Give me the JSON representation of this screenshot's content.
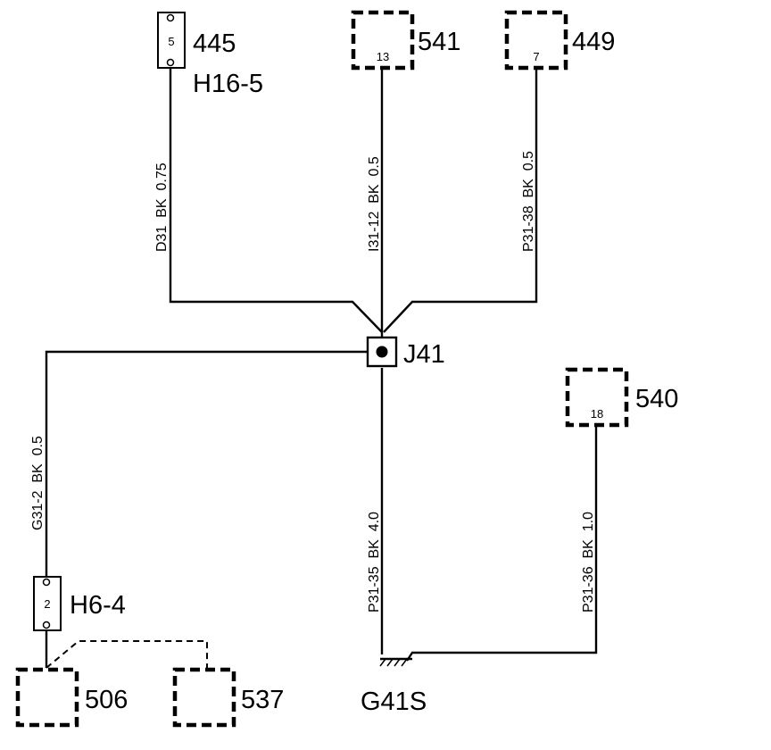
{
  "components": {
    "c445": {
      "label": "445",
      "pin": "5",
      "connector": "H16-5"
    },
    "c541": {
      "label": "541",
      "pin": "13"
    },
    "c449": {
      "label": "449",
      "pin": "7"
    },
    "c540": {
      "label": "540",
      "pin": "18"
    },
    "c506": {
      "label": "506"
    },
    "c537": {
      "label": "537"
    },
    "h64": {
      "label": "H6-4",
      "pin": "2"
    }
  },
  "splice": {
    "label": "J41"
  },
  "ground": {
    "label": "G41S"
  },
  "wires": {
    "w445": {
      "circuit": "D31",
      "color": "BK",
      "gauge": "0.75"
    },
    "w541": {
      "circuit": "I31-12",
      "color": "BK",
      "gauge": "0.5"
    },
    "w449": {
      "circuit": "P31-38",
      "color": "BK",
      "gauge": "0.5"
    },
    "wh64": {
      "circuit": "G31-2",
      "color": "BK",
      "gauge": "0.5"
    },
    "wgnd": {
      "circuit": "P31-35",
      "color": "BK",
      "gauge": "4.0"
    },
    "w540": {
      "circuit": "P31-36",
      "color": "BK",
      "gauge": "1.0"
    }
  }
}
